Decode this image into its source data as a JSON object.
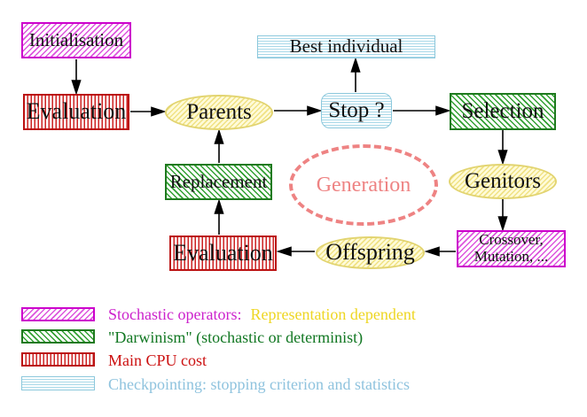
{
  "nodes": {
    "initialisation": {
      "label": "Initialisation"
    },
    "evaluation_top": {
      "label": "Evaluation"
    },
    "parents": {
      "label": "Parents"
    },
    "best_individual": {
      "label": "Best individual"
    },
    "stop": {
      "label": "Stop ?"
    },
    "selection": {
      "label": "Selection"
    },
    "genitors": {
      "label": "Genitors"
    },
    "generation": {
      "label": "Generation"
    },
    "crossover": {
      "label_line1": "Crossover,",
      "label_line2": "Mutation, ..."
    },
    "offspring": {
      "label": "Offspring"
    },
    "evaluation_bottom": {
      "label": "Evaluation"
    },
    "replacement": {
      "label": "Replacement"
    }
  },
  "legend": {
    "items": [
      {
        "swatch": "magenta-diagonal-hatch",
        "label": "Stochastic operators:",
        "label2": "Representation dependent",
        "label_color": "#cc22cc",
        "label2_color": "#eed622"
      },
      {
        "swatch": "green-diagonal-hatch",
        "label": "\"Darwinism\" (stochastic or determinist)",
        "label_color": "#117722"
      },
      {
        "swatch": "red-vertical-stripes",
        "label": "Main CPU cost",
        "label_color": "#cc1111"
      },
      {
        "swatch": "cyan-horizontal-stripes",
        "label": "Checkpointing: stopping criterion and statistics",
        "label_color": "#8fc3de"
      }
    ]
  },
  "colors": {
    "magenta": "#cc00cc",
    "red": "#bb1111",
    "green": "#1e7a1e",
    "cyan": "#8cc8dc",
    "yellow_fill": "#fffbd9",
    "yellow_border": "#e2d470",
    "salmon_dashed": "#ee8383",
    "arrow": "#000000"
  }
}
